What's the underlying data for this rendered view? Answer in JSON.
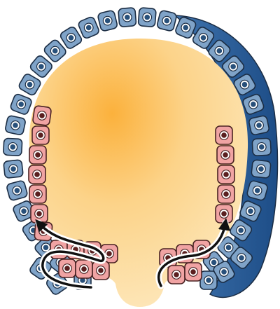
{
  "figure": {
    "description_icons": [
      "blastocoel-yolk",
      "ectoderm-cell",
      "mesoderm-cell",
      "involution-arrow"
    ],
    "colors": {
      "background": "#ffffff",
      "yolk_center": "#fbb13c",
      "yolk_mid": "#fcd389",
      "yolk_edge": "#fde6b8",
      "blue_cell": "#7fa3c8",
      "blue_cell_stroke": "#1b2d44",
      "blue_nucleus_ring": "#ffffff",
      "blue_nucleus": "#28507a",
      "pink_cell": "#f0a3a3",
      "pink_cell_stroke": "#4a2323",
      "pink_nucleus": "#5a1f1f",
      "outer_band": "#3f73ad",
      "outer_band_dark": "#1d4d87",
      "arrow": "#111111"
    }
  }
}
